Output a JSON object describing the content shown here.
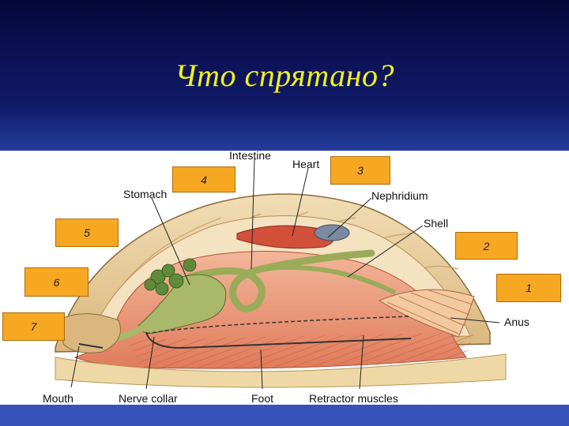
{
  "slide": {
    "title": "Что спрятано?"
  },
  "diagram": {
    "labels": {
      "intestine": "Intestine",
      "heart": "Heart",
      "stomach": "Stomach",
      "nephridium": "Nephridium",
      "shell": "Shell",
      "anus": "Anus",
      "mouth": "Mouth",
      "nerve_collar": "Nerve collar",
      "foot": "Foot",
      "retractor_muscles": "Retractor muscles"
    },
    "hidden_markers": [
      "1",
      "2",
      "3",
      "4",
      "5",
      "6",
      "7"
    ]
  },
  "colors": {
    "title": "#f2f21a",
    "marker_fill": "#f7a823",
    "shell": "#e8cfa0",
    "muscle": "#e89a78",
    "gut": "#a9b86a",
    "heart": "#d2503a"
  }
}
